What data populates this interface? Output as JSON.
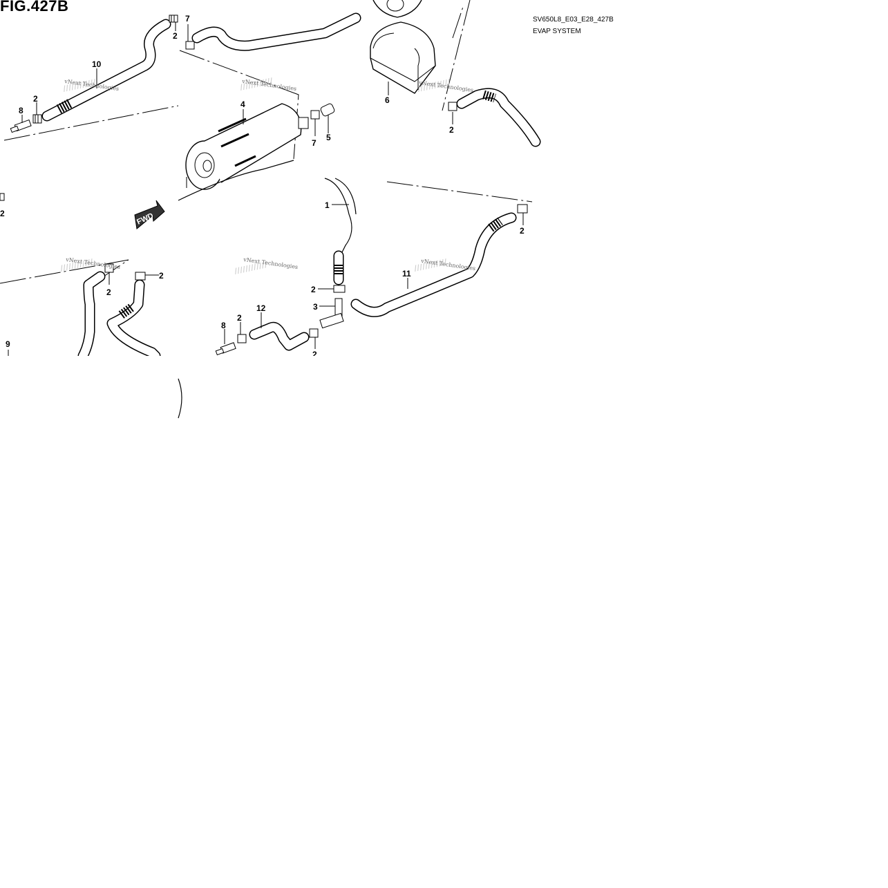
{
  "figure": {
    "title": "FIG.427B",
    "code": "SV650L8_E03_E28_427B",
    "name": "EVAP SYSTEM"
  },
  "direction_marker": {
    "label": "FWD",
    "icon": "forward-arrow-icon"
  },
  "watermark": {
    "text": "vNext Technologies"
  },
  "callouts": [
    {
      "id": "c1",
      "label": "1"
    },
    {
      "id": "c2a",
      "label": "2"
    },
    {
      "id": "c2b",
      "label": "2"
    },
    {
      "id": "c2c",
      "label": "2"
    },
    {
      "id": "c2d",
      "label": "2"
    },
    {
      "id": "c2e",
      "label": "2"
    },
    {
      "id": "c2f",
      "label": "2"
    },
    {
      "id": "c2g",
      "label": "2"
    },
    {
      "id": "c2h",
      "label": "2"
    },
    {
      "id": "c2i",
      "label": "2"
    },
    {
      "id": "c2j",
      "label": "2"
    },
    {
      "id": "c3",
      "label": "3"
    },
    {
      "id": "c4",
      "label": "4"
    },
    {
      "id": "c5",
      "label": "5"
    },
    {
      "id": "c6",
      "label": "6"
    },
    {
      "id": "c7a",
      "label": "7"
    },
    {
      "id": "c7b",
      "label": "7"
    },
    {
      "id": "c8a",
      "label": "8"
    },
    {
      "id": "c8b",
      "label": "8"
    },
    {
      "id": "c9",
      "label": "9"
    },
    {
      "id": "c10",
      "label": "10"
    },
    {
      "id": "c11",
      "label": "11"
    },
    {
      "id": "c12",
      "label": "12"
    }
  ]
}
